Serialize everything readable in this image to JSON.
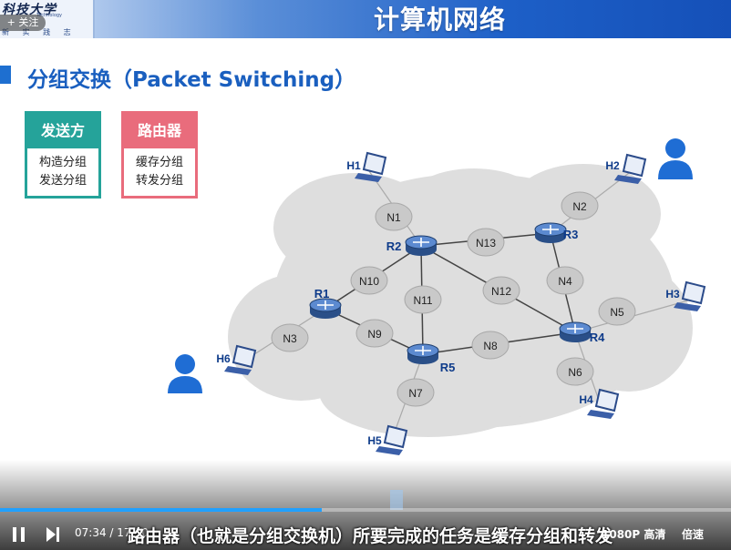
{
  "header": {
    "logo_text": "科技大学",
    "logo_en": "Technology",
    "logo_motto": "新 实 践 志",
    "follow_label": "+ 关注",
    "course_title": "计算机网络"
  },
  "slide": {
    "section_title": "分组交换（Packet Switching）",
    "cards": {
      "sender": {
        "title": "发送方",
        "line1": "构造分组",
        "line2": "发送分组"
      },
      "router": {
        "title": "路由器",
        "line1": "缓存分组",
        "line2": "转发分组"
      }
    },
    "routers": [
      {
        "label": "R1"
      },
      {
        "label": "R2"
      },
      {
        "label": "R3"
      },
      {
        "label": "R4"
      },
      {
        "label": "R5"
      }
    ],
    "networks": [
      {
        "label": "N1"
      },
      {
        "label": "N2"
      },
      {
        "label": "N3"
      },
      {
        "label": "N4"
      },
      {
        "label": "N5"
      },
      {
        "label": "N6"
      },
      {
        "label": "N7"
      },
      {
        "label": "N8"
      },
      {
        "label": "N9"
      },
      {
        "label": "N10"
      },
      {
        "label": "N11"
      },
      {
        "label": "N12"
      },
      {
        "label": "N13"
      }
    ],
    "hosts": [
      {
        "label": "H1"
      },
      {
        "label": "H2"
      },
      {
        "label": "H3"
      },
      {
        "label": "H4"
      },
      {
        "label": "H5"
      },
      {
        "label": "H6"
      }
    ]
  },
  "player": {
    "current_time": "07:34",
    "duration": "17:10",
    "time_separator": "/",
    "progress": 0.44,
    "subtitle": "路由器（也就是分组交换机）所要完成的任务是缓存分组和转发",
    "quality_label": "1080P 高清",
    "speed_label": "倍速",
    "icons": {
      "play": "pause-icon",
      "next": "next-icon"
    },
    "accent_color": "#20a0ff"
  }
}
